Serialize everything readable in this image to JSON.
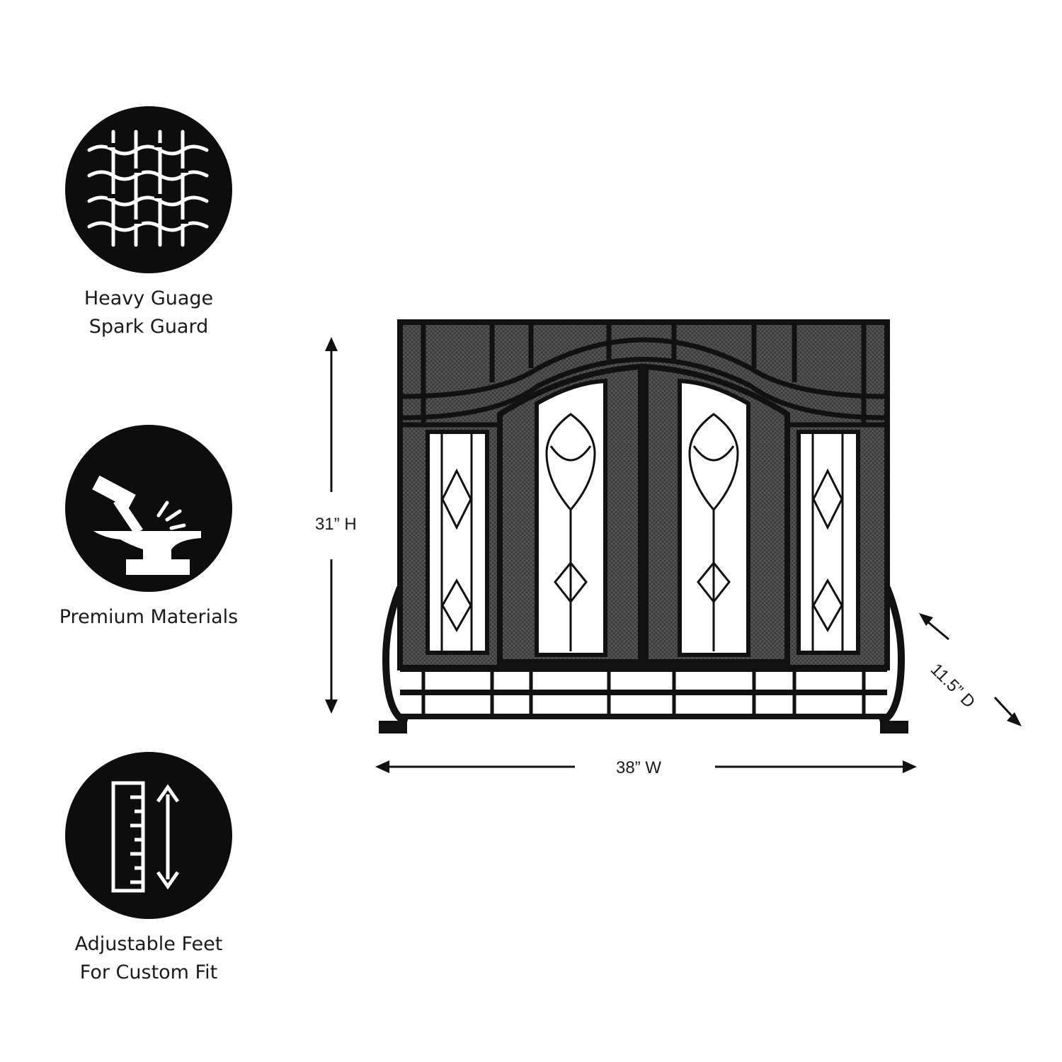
{
  "features": [
    {
      "id": "spark-guard",
      "icon": "mesh-weave-icon",
      "lines": [
        "Heavy Guage",
        "Spark Guard"
      ]
    },
    {
      "id": "materials",
      "icon": "hammer-anvil-icon",
      "lines": [
        "Premium Materials"
      ]
    },
    {
      "id": "feet",
      "icon": "ruler-arrow-icon",
      "lines": [
        "Adjustable Feet",
        "For Custom Fit"
      ]
    }
  ],
  "dimensions": {
    "height": "31” H",
    "width": "38” W",
    "depth": "11.5” D"
  },
  "colors": {
    "badge": "#0d0d0d",
    "frame": "#111111",
    "mesh": "#3a3a3a",
    "glass": "#ffffff"
  }
}
